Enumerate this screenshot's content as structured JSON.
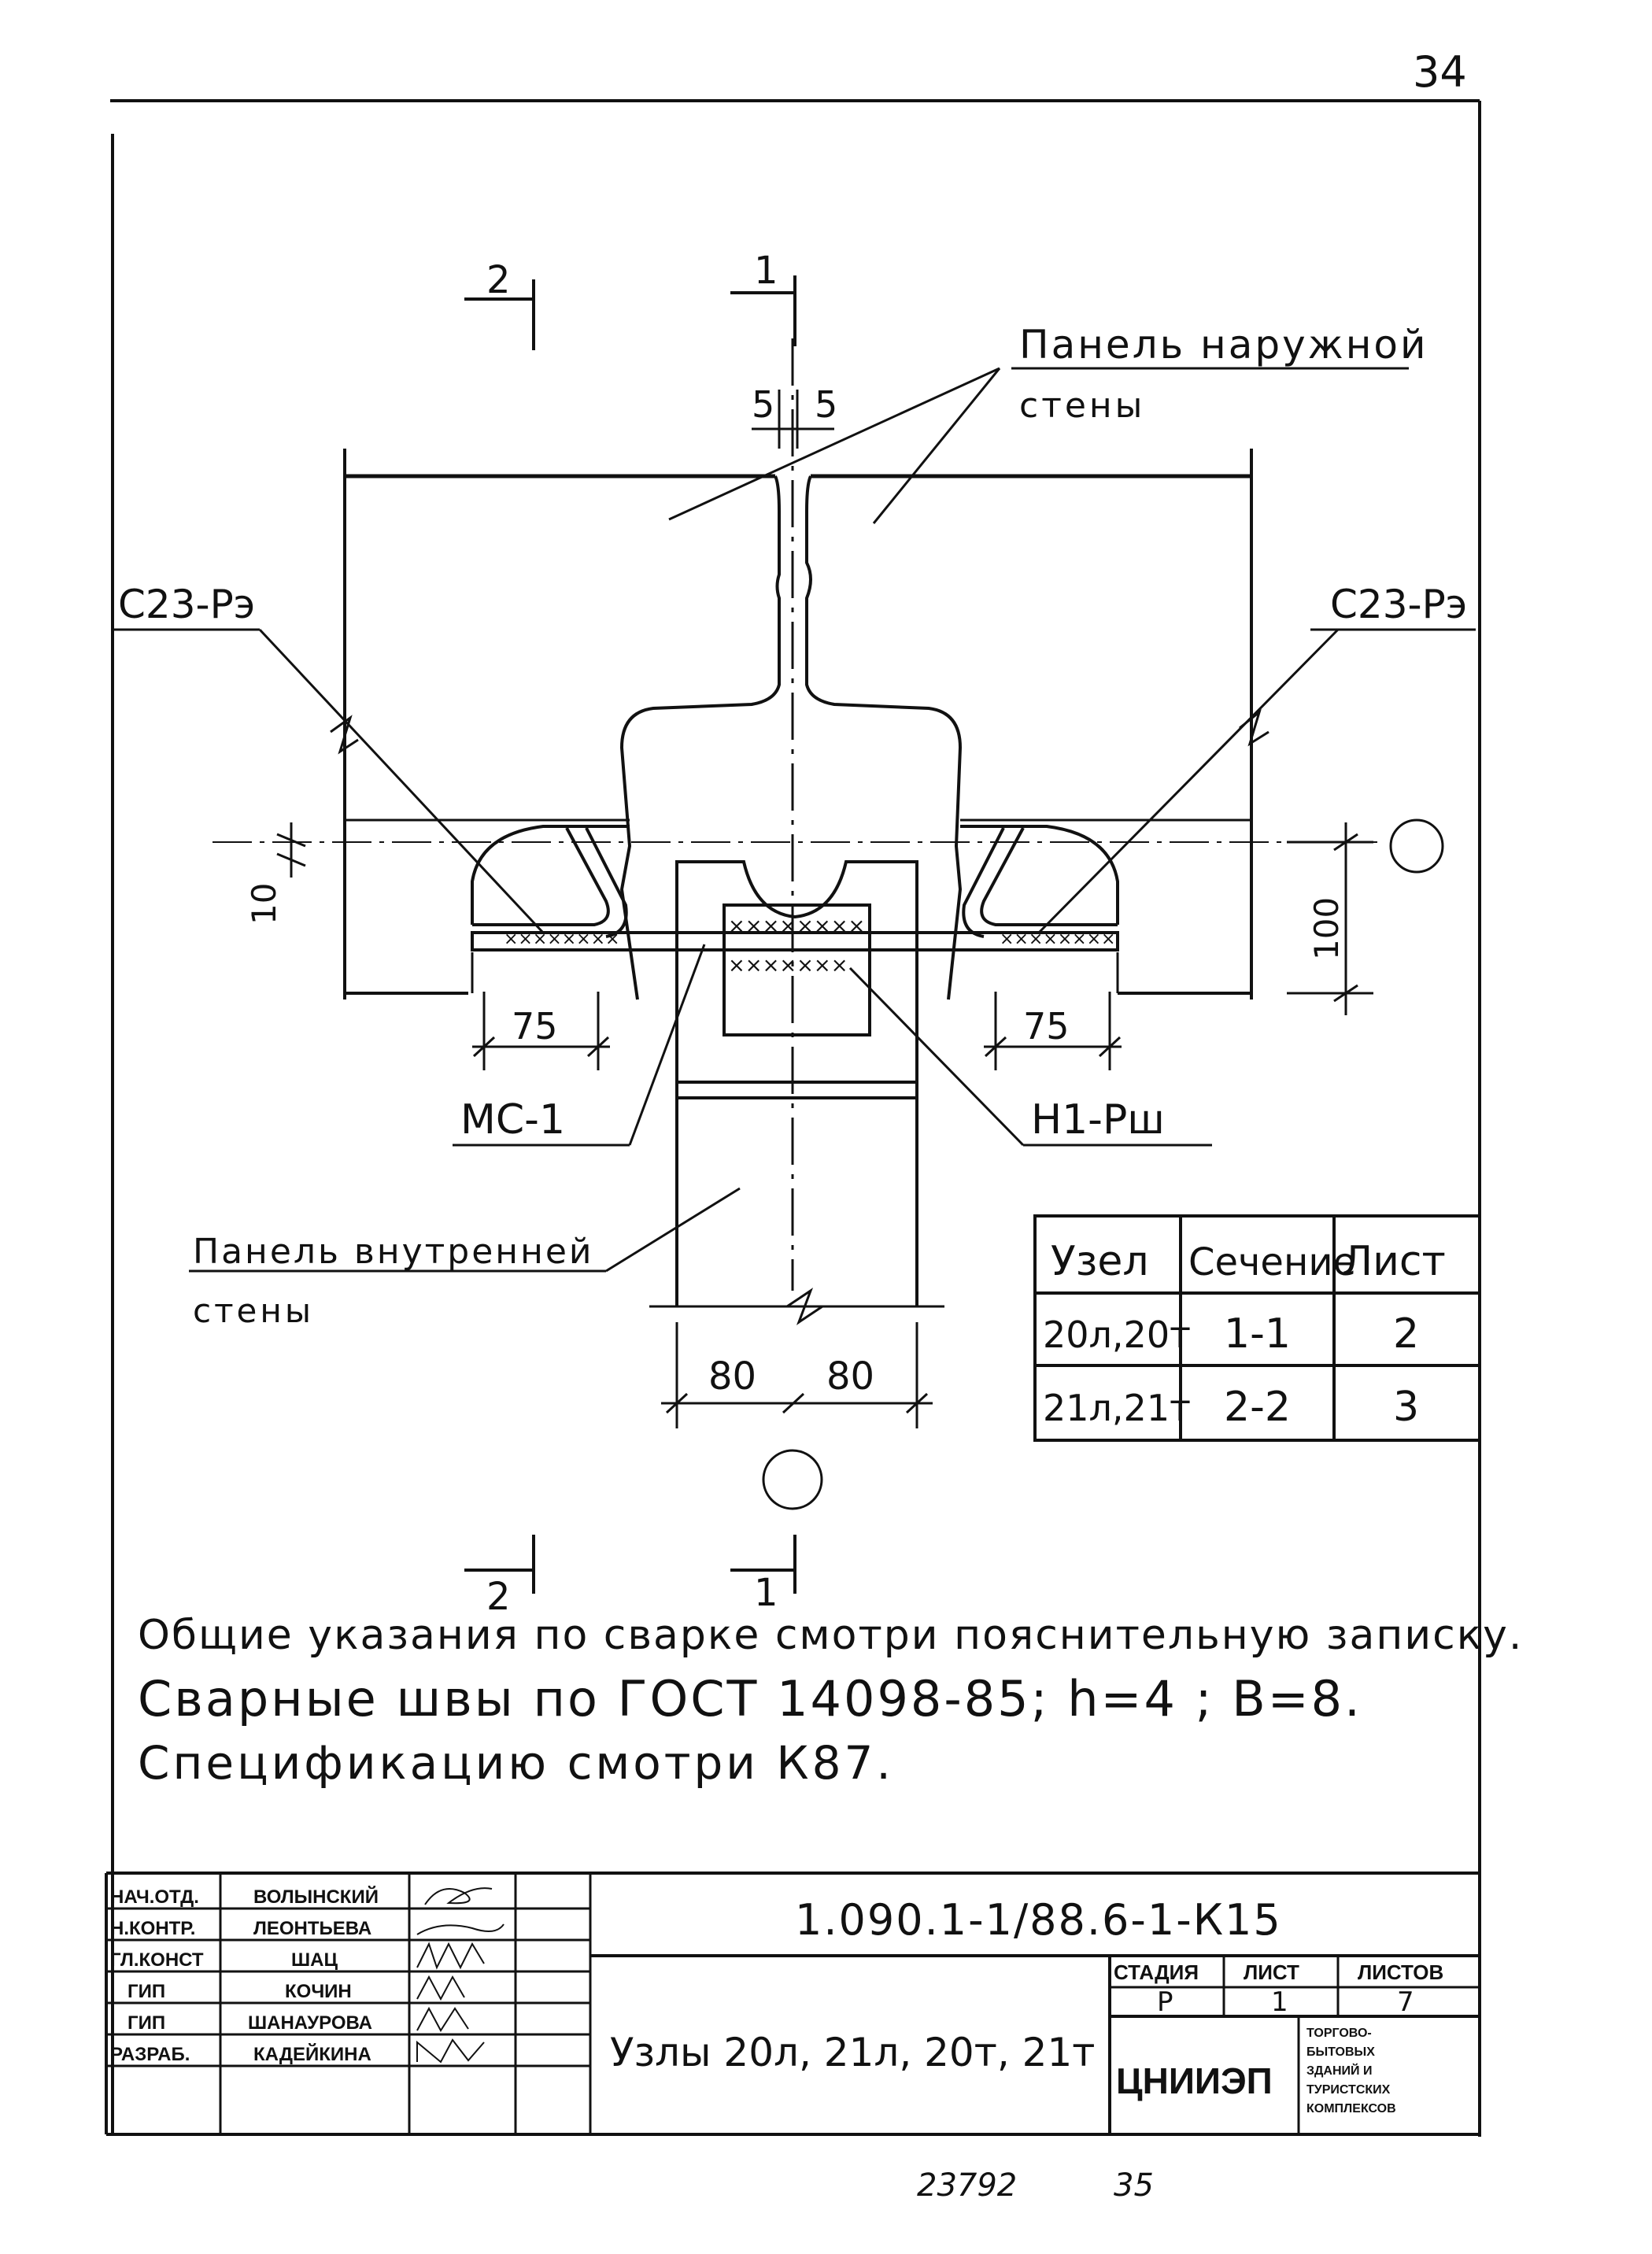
{
  "page_number": "34",
  "sections": [
    {
      "label": "2",
      "pos": "top-left"
    },
    {
      "label": "1",
      "pos": "top-right"
    },
    {
      "label": "2",
      "pos": "bottom-left"
    },
    {
      "label": "1",
      "pos": "bottom-right"
    }
  ],
  "labels": {
    "outer_panel_line1": "Панель наружной",
    "outer_panel_line2": "стены",
    "gap_left": "5",
    "gap_right": "5",
    "weld_left": "С23-Рэ",
    "weld_right": "С23-Рэ",
    "dim_10": "10",
    "dim_100": "100",
    "dim_75_left": "75",
    "dim_75_right": "75",
    "mc1": "МС-1",
    "h1": "Н1-Рш",
    "inner_panel_line1": "Панель внутренней",
    "inner_panel_line2": "стены",
    "dim_80_left": "80",
    "dim_80_right": "80"
  },
  "node_table": {
    "headers": [
      "Узел",
      "Сечение",
      "Лист"
    ],
    "rows": [
      [
        "20л,20т",
        "1-1",
        "2"
      ],
      [
        "21л,21т",
        "2-2",
        "3"
      ]
    ]
  },
  "notes": [
    "Общие указания по сварке смотри пояснительную записку.",
    "Сварные швы по ГОСТ 14098-85; h=4 ; B=8.",
    "Спецификацию смотри К87."
  ],
  "title_block": {
    "roles": [
      {
        "role": "НАЧ.ОТД.",
        "name": "ВОЛЫНСКИЙ"
      },
      {
        "role": "Н.КОНТР.",
        "name": "ЛЕОНТЬЕВА"
      },
      {
        "role": "ГЛ.КОНСТ",
        "name": "ШАЦ"
      },
      {
        "role": "ГИП",
        "name": "КОЧИН"
      },
      {
        "role": "ГИП",
        "name": "ШАНАУРОВА"
      },
      {
        "role": "РАЗРАБ.",
        "name": "КАДЕЙКИНА"
      }
    ],
    "doc_code": "1.090.1-1/88.6-1-К15",
    "sheet_title": "Узлы 20л, 21л, 20т, 21т",
    "stage_label": "СТАДИЯ",
    "sheet_label": "ЛИСТ",
    "sheets_label": "ЛИСТОВ",
    "stage": "Р",
    "sheet": "1",
    "sheets": "7",
    "org": "ЦНИИЭП",
    "org_sub": [
      "ТОРГОВО-",
      "БЫТОВЫХ",
      "ЗДАНИЙ И",
      "ТУРИСТСКИХ",
      "КОМПЛЕКСОВ"
    ]
  },
  "footer": {
    "inv_number": "23792",
    "page": "35"
  }
}
